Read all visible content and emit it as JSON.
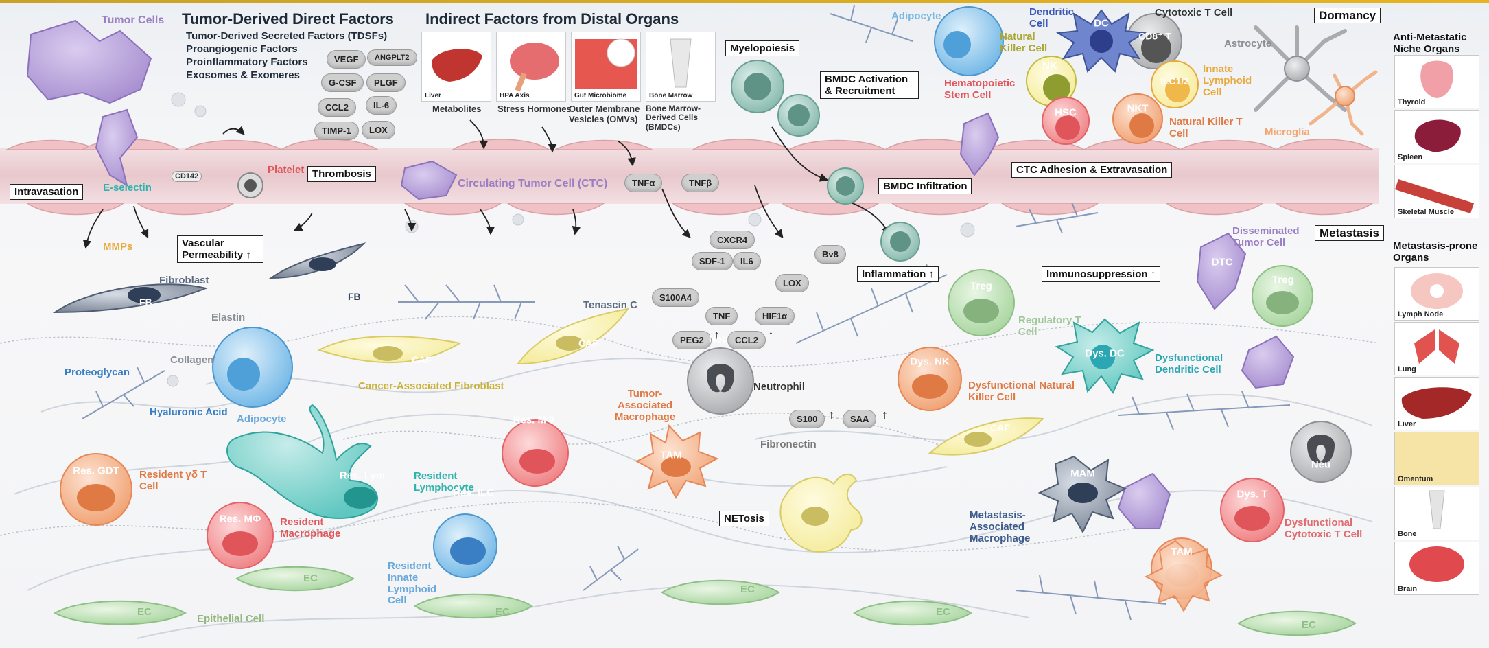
{
  "headings": {
    "tdf_title": "Tumor-Derived Direct Factors",
    "tdf_items": [
      "Tumor-Derived Secreted Factors (TDSFs)",
      "Proangiogenic Factors",
      "Proinflammatory Factors",
      "Exosomes & Exomeres"
    ],
    "indirect_title": "Indirect Factors from Distal Organs"
  },
  "distal_organs": [
    {
      "label": "Liver",
      "caption": "Metabolites"
    },
    {
      "label": "HPA Axis",
      "caption": "Stress Hormones"
    },
    {
      "label": "Gut Microbiome",
      "caption": "Outer Membrane Vesicles (OMVs)"
    },
    {
      "label": "Bone Marrow",
      "caption": "Bone Marrow-Derived Cells (BMDCs)"
    }
  ],
  "factor_pills": [
    "VEGF",
    "ANGPLT2",
    "G-CSF",
    "PLGF",
    "CCL2",
    "IL-6",
    "TIMP-1",
    "LOX"
  ],
  "vessel_pills": [
    "TNFα",
    "TNFβ",
    "CXCR4",
    "SDF-1",
    "IL6",
    "LOX",
    "Bv8",
    "S100A4",
    "TNF",
    "HIF1α",
    "PEG2",
    "CCL2",
    "S100",
    "SAA"
  ],
  "boxes": {
    "intravasation": "Intravasation",
    "thrombosis": "Thrombosis",
    "vascular_permeability": "Vascular Permeability",
    "myelopoiesis": "Myelopoiesis",
    "bmdc_activation": "BMDC Activation & Recruitment",
    "bmdc_infiltration": "BMDC Infiltration",
    "inflammation": "Inflammation",
    "ctc_adhesion": "CTC Adhesion & Extravasation",
    "immunosuppression": "Immunosuppression",
    "dormancy": "Dormancy",
    "metastasis": "Metastasis",
    "netosis": "NETosis"
  },
  "labels": {
    "tumor_cells": "Tumor Cells",
    "cd142": "CD142",
    "platelet": "Platelet",
    "e_selectin": "E-selectin",
    "mmps": "MMPs",
    "ctc": "Circulating Tumor Cell (CTC)",
    "fibroblast": "Fibroblast",
    "fb": "FB",
    "elastin": "Elastin",
    "collagen": "Collagen",
    "proteoglycan": "Proteoglycan",
    "hyaluronic_acid": "Hyaluronic Acid",
    "adipocyte_left": "Adipocyte",
    "caf": "CAF",
    "caf_full": "Cancer-Associated Fibroblast",
    "res_gdt": "Res. GDT",
    "res_gdt_full": "Resident γδ T Cell",
    "res_lym": "Res. Lym",
    "res_lym_full": "Resident Lymphocyte",
    "res_mphi": "Res. MΦ",
    "res_mphi_full": "Resident Macrophage",
    "res_ilc": "Res. ILC",
    "res_ilc_full": "Resident Innate Lymphoid Cell",
    "ec": "EC",
    "epithelial": "Epithelial Cell",
    "tenascin": "Tenascin C",
    "tam": "TAM",
    "tam_full": "Tumor-Associated Macrophage",
    "neu": "Neu",
    "neutrophil": "Neutrophil",
    "fibronectin": "Fibronectin",
    "treg": "Treg",
    "treg_full": "Regulatory T Cell",
    "dys_nk": "Dys. NK",
    "dys_nk_full": "Dysfunctional Natural Killer Cell",
    "dys_dc": "Dys. DC",
    "dys_dc_full": "Dysfunctional Dendritic Cell",
    "mam": "MAM",
    "mam_full": "Metastasis-Associated Macrophage",
    "dtc": "DTC",
    "dtc_full": "Disseminated Tumor Cell",
    "dys_t": "Dys. T",
    "dys_t_full": "Dysfunctional Cytotoxic T Cell",
    "adipocyte_top": "Adipocyte",
    "dc": "DC",
    "dc_full": "Dendritic Cell",
    "cd8": "CD8⁺ T",
    "cytotoxic": "Cytotoxic T Cell",
    "nk": "NK",
    "nk_full": "Natural Killer Cell",
    "hsc": "HSC",
    "hsc_full": "Hematopoietic Stem Cell",
    "ilc12": "ILC1/2",
    "ilc_full": "Innate Lymphoid Cell",
    "nkt": "NKT",
    "nkt_full": "Natural Killer T Cell",
    "astrocyte": "Astrocyte",
    "microglia": "Microglia"
  },
  "side_panel": {
    "anti_title": "Anti-Metastatic Niche Organs",
    "anti_organs": [
      "Thyroid",
      "Spleen",
      "Skeletal Muscle"
    ],
    "prone_title": "Metastasis-prone Organs",
    "prone_organs": [
      "Lymph Node",
      "Lung",
      "Liver",
      "Omentum",
      "Bone",
      "Brain"
    ]
  },
  "colors": {
    "vessel": "#e9c9cd",
    "tumor": "#a88fd0",
    "teal_cell": "#5fc7c0",
    "blue_cell": "#6fb6e6",
    "orange_cell": "#f0a070",
    "red_cell": "#ef7f82",
    "green_cell": "#a7d59e",
    "yellow_cell": "#f4ec9c",
    "gray_cell": "#a9abae",
    "accent_bar": "#d4a82a"
  }
}
